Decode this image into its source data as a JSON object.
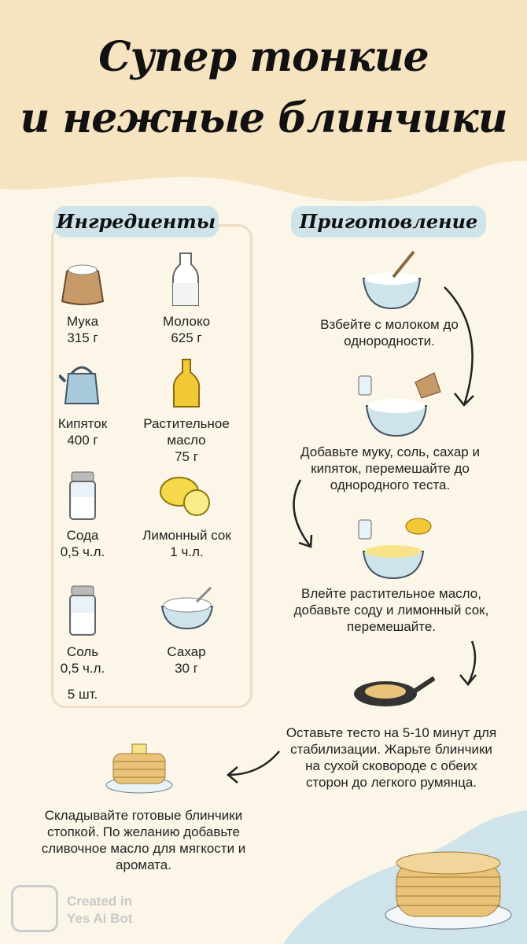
{
  "title": {
    "line1": "Супер тонкие",
    "line2": "и нежные блинчики"
  },
  "sections": {
    "ingredients": "Ингредиенты",
    "preparation": "Приготовление"
  },
  "ingredients": [
    {
      "name": "Мука",
      "amount": "315 г",
      "icon": "flour-sack-icon"
    },
    {
      "name": "Молоко",
      "amount": "625 г",
      "icon": "milk-bottle-icon"
    },
    {
      "name": "Кипяток",
      "amount": "400 г",
      "icon": "kettle-icon"
    },
    {
      "name": "Растительное масло",
      "amount": "75 г",
      "icon": "oil-bottle-icon"
    },
    {
      "name": "Сода",
      "amount": "0,5 ч.л.",
      "icon": "soda-shaker-icon"
    },
    {
      "name": "Лимонный сок",
      "amount": "1 ч.л.",
      "icon": "lemon-icon"
    },
    {
      "name": "Соль",
      "amount": "0,5 ч.л.",
      "icon": "salt-shaker-icon"
    },
    {
      "name": "Сахар",
      "amount": "30 г",
      "icon": "sugar-bowl-icon"
    }
  ],
  "extra_item": "5 шт.",
  "steps": [
    "Взбейте с молоком до однородности.",
    "Добавьте муку, соль, сахар и кипяток, перемешайте до однородного теста.",
    "Влейте растительное масло, добавьте соду и лимонный сок, перемешайте.",
    "Оставьте тесто на 5-10 минут для стабилизации. Жарьте блинчики на сухой сковороде с обеих сторон до легкого румянца.",
    "Складывайте готовые блинчики стопкой. По желанию добавьте сливочное масло для мягкости и аромата."
  ],
  "watermark": {
    "line1": "Created in",
    "line2": "Yes Ai Bot"
  },
  "colors": {
    "header_bg": "#f6e3c0",
    "page_bg": "#fbf6e8",
    "pill": "#cfe4ea",
    "blob": "#cfe3ea"
  }
}
